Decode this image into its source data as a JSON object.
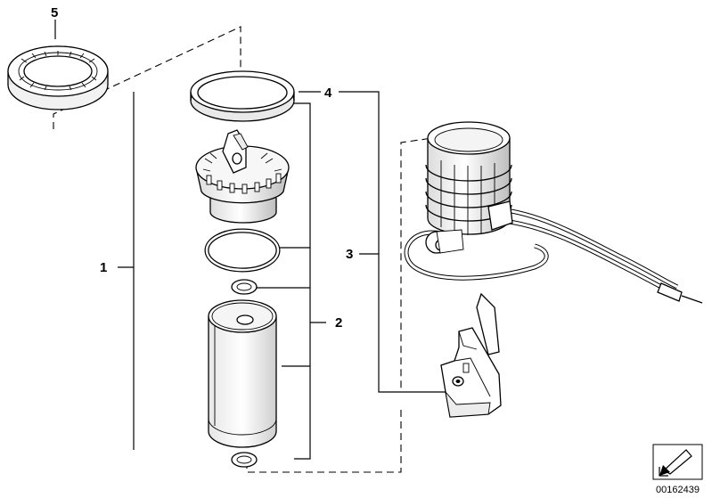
{
  "diagram": {
    "labels": {
      "one": "1",
      "two": "2",
      "three": "3",
      "four": "4",
      "five": "5"
    },
    "image_number": "00162439"
  }
}
